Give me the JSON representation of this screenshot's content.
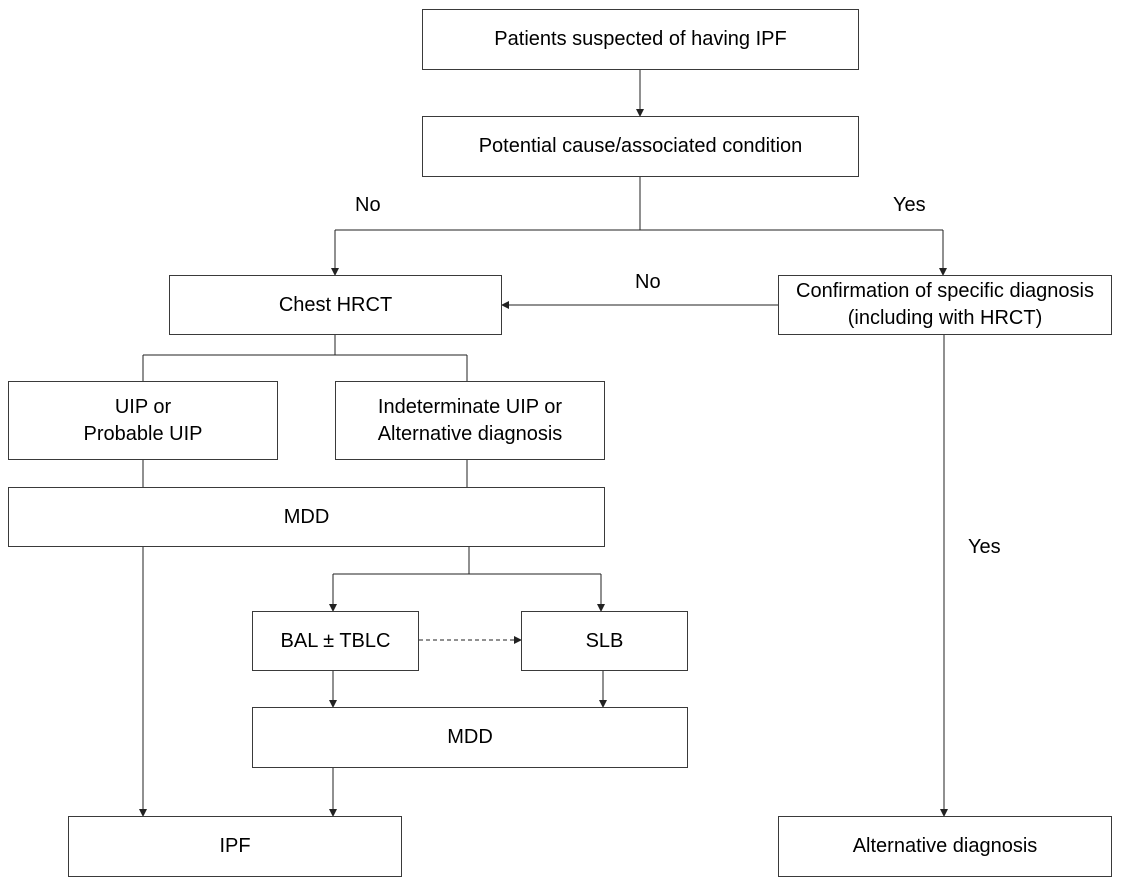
{
  "nodes": {
    "suspected": "Patients suspected of having IPF",
    "potential_cause": "Potential cause/associated condition",
    "chest_hrct": "Chest HRCT",
    "confirmation": "Confirmation of specific diagnosis (including with HRCT)",
    "uip": "UIP or Probable UIP",
    "indeterminate": "Indeterminate UIP or Alternative diagnosis",
    "mdd_1": "MDD",
    "bal_tblc": "BAL ± TBLC",
    "slb": "SLB",
    "mdd_2": "MDD",
    "ipf": "IPF",
    "alternative": "Alternative diagnosis"
  },
  "edge_labels": {
    "no_left": "No",
    "yes_right": "Yes",
    "no_back": "No",
    "yes_down": "Yes"
  }
}
